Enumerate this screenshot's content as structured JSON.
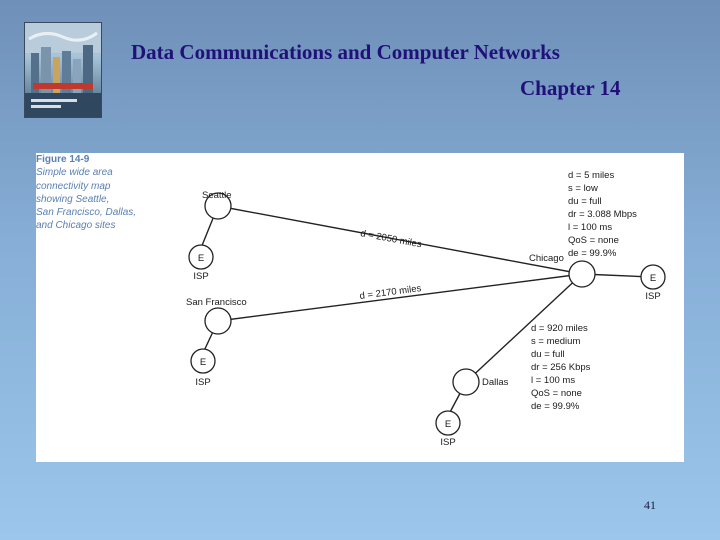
{
  "slide": {
    "title_line1": "Data Communications and Computer Networks",
    "title_line2": "Chapter 14",
    "page_number": "41"
  },
  "figure": {
    "label": "Figure 14-9",
    "caption": "Simple wide area\nconnectivity map\nshowing Seattle,\nSan Francisco, Dallas,\nand Chicago sites",
    "sites": {
      "seattle": "Seattle",
      "san_francisco": "San Francisco",
      "chicago": "Chicago",
      "dallas": "Dallas"
    },
    "node_letter": "E",
    "isp_label": "ISP",
    "links": {
      "seattle_chicago": "d = 2050 miles",
      "sanfrancisco_chicago": "d = 2170 miles"
    },
    "chicago_specs": [
      "d = 5 miles",
      "s = low",
      "du = full",
      "dr = 3.088 Mbps",
      "l = 100 ms",
      "QoS = none",
      "de = 99.9%"
    ],
    "dallas_specs": [
      "d = 920 miles",
      "s = medium",
      "du = full",
      "dr = 256 Kbps",
      "l = 100 ms",
      "QoS = none",
      "de = 99.9%"
    ]
  }
}
